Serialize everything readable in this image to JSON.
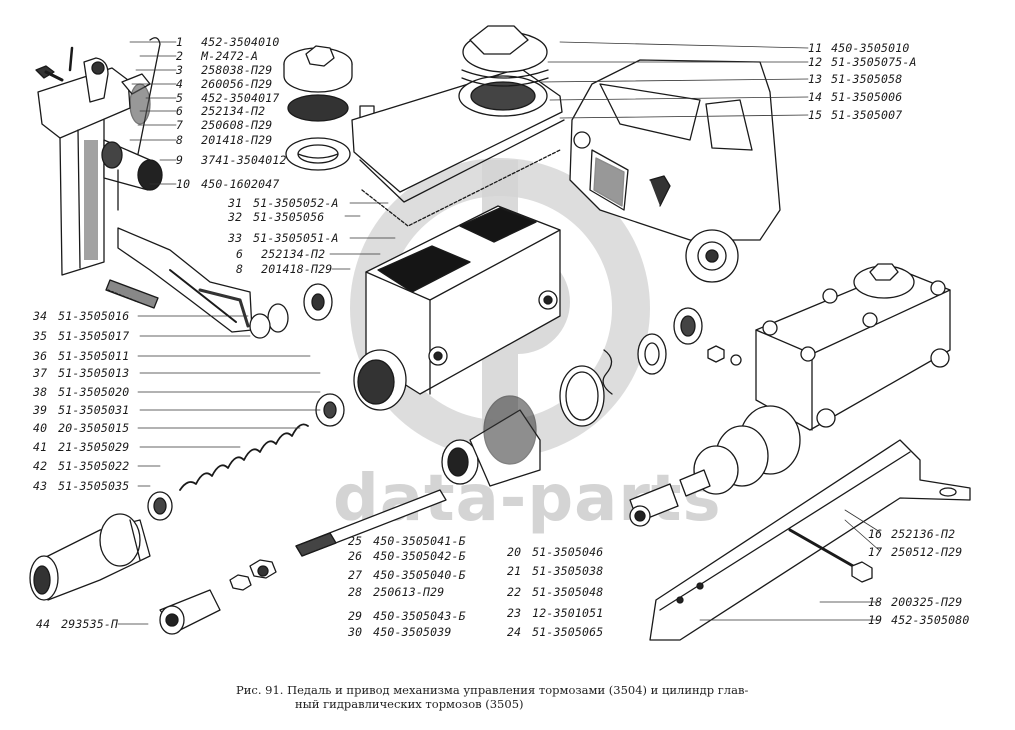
{
  "watermark": {
    "text": "data-parts",
    "color": "#bdbdbd"
  },
  "figure": {
    "caption_line1": "Рис. 91. Педаль и привод механизма управления тормозами (3504) и цилиндр глав-",
    "caption_line2": "ный гидравлических тормозов (3505)"
  },
  "callouts": {
    "top_left": [
      {
        "num": "1",
        "part": "452-3504010"
      },
      {
        "num": "2",
        "part": "М-2472-А"
      },
      {
        "num": "3",
        "part": "258038-П29"
      },
      {
        "num": "4",
        "part": "260056-П29"
      },
      {
        "num": "5",
        "part": "452-3504017"
      },
      {
        "num": "6",
        "part": "252134-П2"
      },
      {
        "num": "7",
        "part": "250608-П29"
      },
      {
        "num": "8",
        "part": "201418-П29"
      },
      {
        "num": "9",
        "part": "3741-3504012"
      },
      {
        "num": "10",
        "part": "450-1602047"
      }
    ],
    "middle_left": [
      {
        "num": "31",
        "part": "51-3505052-А"
      },
      {
        "num": "32",
        "part": "51-3505056"
      },
      {
        "num": "33",
        "part": "51-3505051-А"
      },
      {
        "num": "6",
        "part": "252134-П2"
      },
      {
        "num": "8",
        "part": "201418-П29"
      }
    ],
    "top_right": [
      {
        "num": "11",
        "part": "450-3505010"
      },
      {
        "num": "12",
        "part": "51-3505075-А"
      },
      {
        "num": "13",
        "part": "51-3505058"
      },
      {
        "num": "14",
        "part": "51-3505006"
      },
      {
        "num": "15",
        "part": "51-3505007"
      }
    ],
    "left_column": [
      {
        "num": "34",
        "part": "51-3505016"
      },
      {
        "num": "35",
        "part": "51-3505017"
      },
      {
        "num": "36",
        "part": "51-3505011"
      },
      {
        "num": "37",
        "part": "51-3505013"
      },
      {
        "num": "38",
        "part": "51-3505020"
      },
      {
        "num": "39",
        "part": "51-3505031"
      },
      {
        "num": "40",
        "part": "20-3505015"
      },
      {
        "num": "41",
        "part": "21-3505029"
      },
      {
        "num": "42",
        "part": "51-3505022"
      },
      {
        "num": "43",
        "part": "51-3505035"
      }
    ],
    "bottom_left": [
      {
        "num": "44",
        "part": "293535-П"
      }
    ],
    "bottom_center": [
      {
        "num": "25",
        "part": "450-3505041-Б"
      },
      {
        "num": "26",
        "part": "450-3505042-Б"
      },
      {
        "num": "27",
        "part": "450-3505040-Б"
      },
      {
        "num": "28",
        "part": "250613-П29"
      },
      {
        "num": "29",
        "part": "450-3505043-Б"
      },
      {
        "num": "30",
        "part": "450-3505039"
      }
    ],
    "bottom_mid_right": [
      {
        "num": "20",
        "part": "51-3505046"
      },
      {
        "num": "21",
        "part": "51-3505038"
      },
      {
        "num": "22",
        "part": "51-3505048"
      },
      {
        "num": "23",
        "part": "12-3501051"
      },
      {
        "num": "24",
        "part": "51-3505065"
      }
    ],
    "bottom_right": [
      {
        "num": "16",
        "part": "252136-П2"
      },
      {
        "num": "17",
        "part": "250512-П29"
      },
      {
        "num": "18",
        "part": "200325-П29"
      },
      {
        "num": "19",
        "part": "452-3505080"
      }
    ]
  }
}
